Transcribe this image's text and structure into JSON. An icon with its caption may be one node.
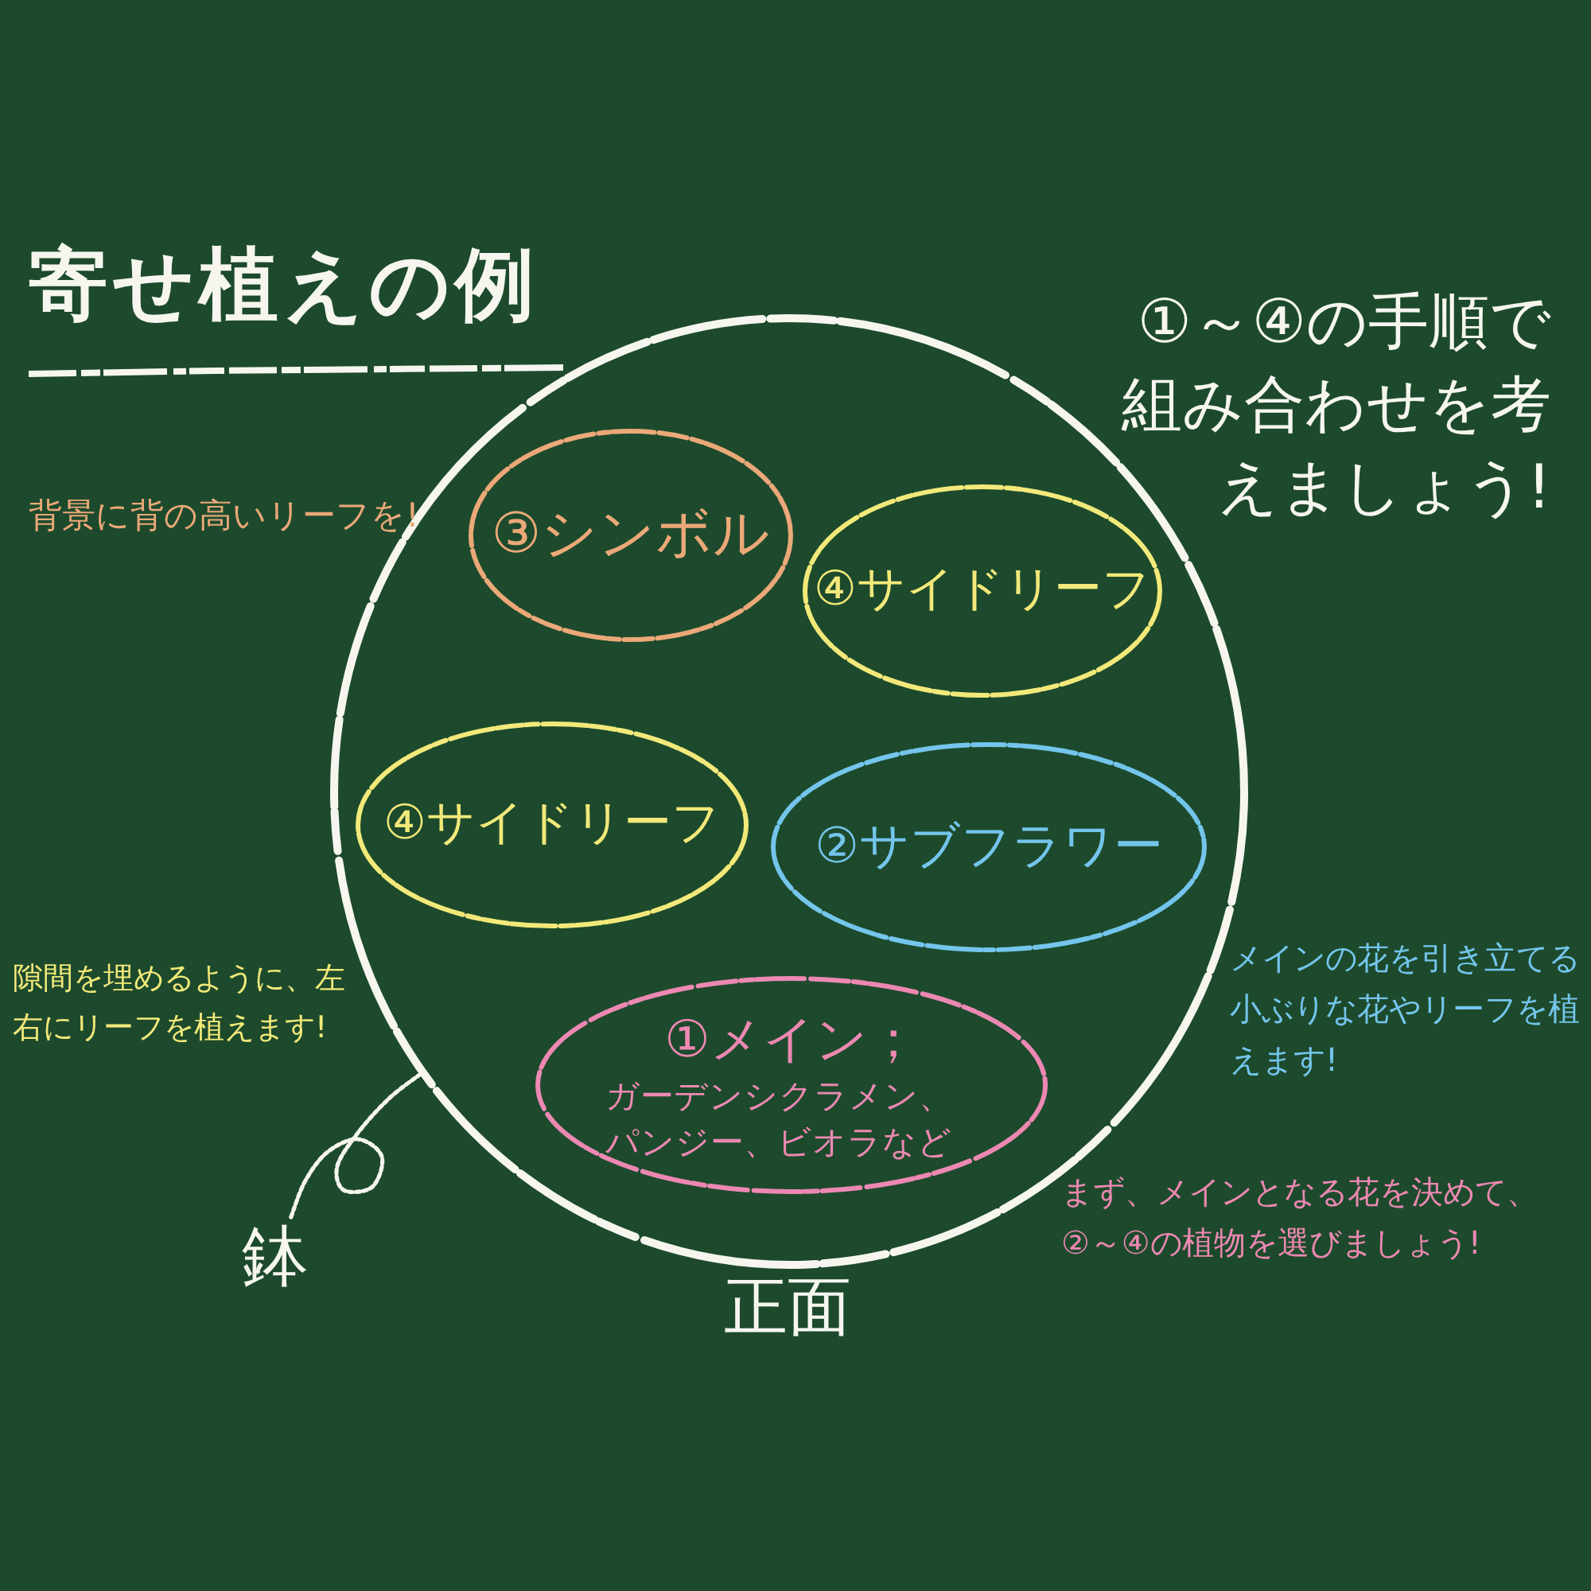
{
  "diagram": {
    "title": "寄せ植えの例",
    "nodes": [
      {
        "text": [],
        "shape": "circle"
      },
      {
        "text": [
          "③シンボル"
        ],
        "in": 0
      },
      {
        "text": [
          "④サイドリーフ"
        ],
        "in": 0
      },
      {
        "text": [
          "④サイドリーフ"
        ],
        "in": 0
      },
      {
        "text": [
          "②サブフラワー"
        ],
        "in": 0
      },
      {
        "text": [
          "①メイン；",
          "ガーデンシクラメン、パンジー、ビオラなど"
        ],
        "in": 0
      },
      {
        "text": [
          "鉢"
        ]
      }
    ],
    "edges": [
      {
        "from": 6,
        "to": 0,
        "arrow": "none"
      }
    ],
    "labels": [
      "①～④の手順で組み合わせを考えましょう!",
      "背景に背の高いリーフを!",
      "隙間を埋めるように、左右にリーフを植えます!",
      "メインの花を引き立てる小ぶりな花やリーフを植えます!",
      "まず、メインとなる花を決めて、②～④の植物を選びましょう!",
      "正面"
    ]
  }
}
